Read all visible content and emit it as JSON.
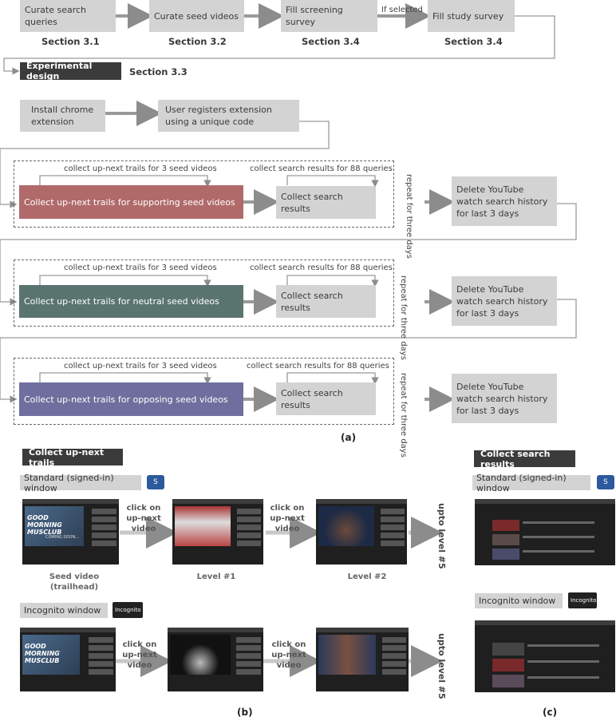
{
  "top_flow": {
    "boxes": [
      "Curate search queries",
      "Curate seed videos",
      "Fill screening survey",
      "Fill study survey"
    ],
    "sections": [
      "Section 3.1",
      "Section 3.2",
      "Section 3.4",
      "Section 3.4"
    ],
    "if_selected": "If selected"
  },
  "experimental": {
    "label": "Experimental design",
    "section": "Section 3.3"
  },
  "setup": {
    "install": "Install chrome extension",
    "register": "User registers extension using a unique code"
  },
  "blocks": [
    {
      "top_left": "collect up-next trails for 3 seed videos",
      "top_right": "collect search results for 88 queries",
      "main": "Collect up-next trails for supporting seed videos",
      "collect": "Collect search results",
      "repeat": "repeat for three days",
      "delete": "Delete YouTube watch  search history for last 3 days",
      "color": "#b06a6a"
    },
    {
      "top_left": "collect up-next trails for 3 seed videos",
      "top_right": "collect search results for 88 queries",
      "main": "Collect up-next trails for neutral  seed videos",
      "collect": "Collect search results",
      "repeat": "repeat for three days",
      "delete": "Delete YouTube watch search history for last 3 days",
      "color": "#5a7470"
    },
    {
      "top_left": "collect up-next trails for 3 seed videos",
      "top_right": "collect search results for 88 queries",
      "main": "Collect up-next trails for opposing  seed videos",
      "collect": "Collect search results",
      "repeat": "repeat for three days",
      "delete": "Delete YouTube watch  search history for last 3 days",
      "color": "#6f6e9e"
    }
  ],
  "caption_a": "(a)",
  "part_b": {
    "title": "Collect up-next trails",
    "standard": "Standard (signed-in) window",
    "incognito": "Incognito window",
    "incognito_badge": "Incognito",
    "click_label": "click on up-next video",
    "upto": "upto level #5",
    "levels": [
      "Seed video (trailhead)",
      "Level #1",
      "Level #2"
    ],
    "thumb_title": "GOOD MORNING MUSCLUB",
    "thumb_sub": "COMING SOON..."
  },
  "caption_b": "(b)",
  "part_c": {
    "title": "Collect search results",
    "standard": "Standard (signed-in) window",
    "incognito": "Incognito window",
    "incognito_badge": "Incognito"
  },
  "caption_c": "(c)",
  "colors": {
    "box": "#d3d3d3",
    "dark": "#3b3b3b",
    "line": "#888888"
  }
}
